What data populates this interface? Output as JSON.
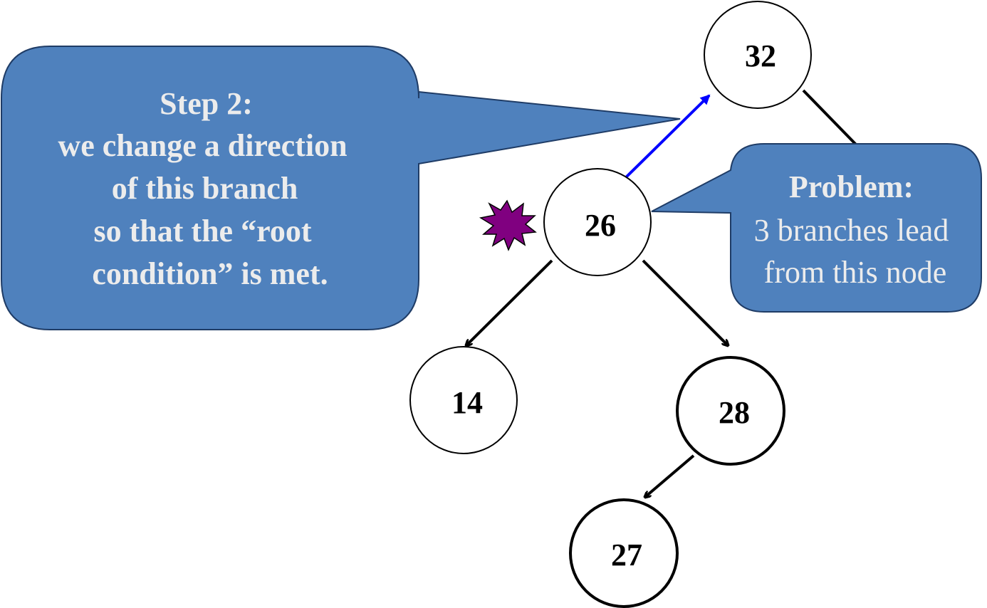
{
  "callouts": {
    "step2": {
      "lines": [
        "Step 2:",
        "we change a direction",
        "of this branch",
        "so that the “root",
        "condition” is met."
      ]
    },
    "problem": {
      "title": "Problem:",
      "lines": [
        "3 branches lead",
        "from this node"
      ]
    }
  },
  "nodes": [
    {
      "id": "n32",
      "label": "32",
      "thick": false
    },
    {
      "id": "n26",
      "label": "26",
      "thick": false
    },
    {
      "id": "n14",
      "label": "14",
      "thick": false
    },
    {
      "id": "n28",
      "label": "28",
      "thick": true
    },
    {
      "id": "n27",
      "label": "27",
      "thick": true
    }
  ],
  "colors": {
    "callout_fill": "#4f81bd",
    "callout_stroke": "#1f3c66",
    "callout_text": "#ececec",
    "changed_edge": "#0000ff",
    "starburst": "#800080",
    "edge": "#000000"
  }
}
